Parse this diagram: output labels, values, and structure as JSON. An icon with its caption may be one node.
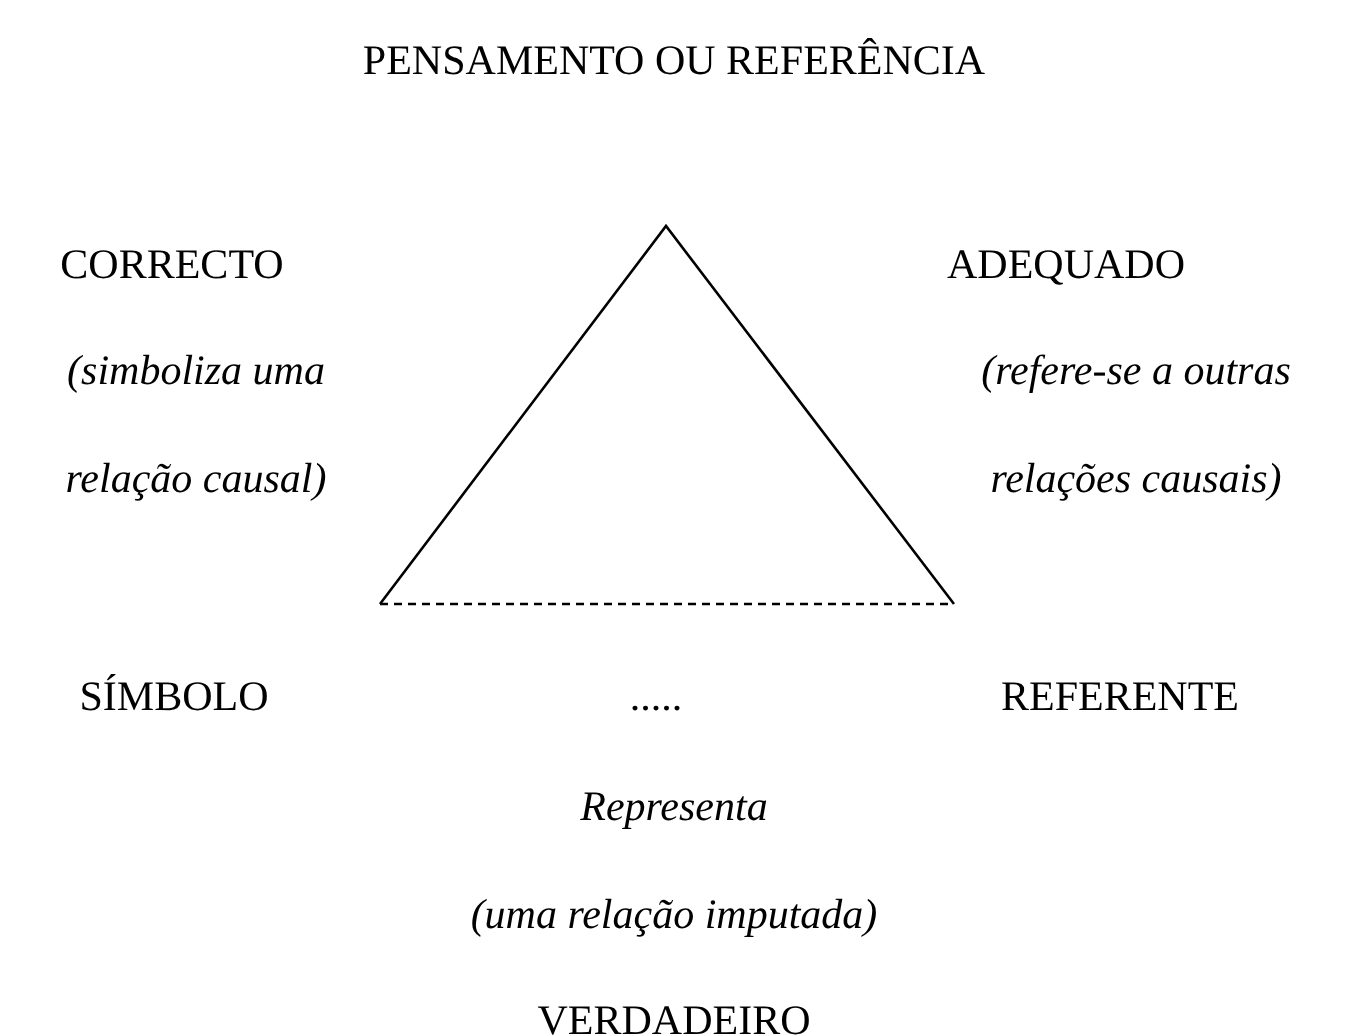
{
  "diagram": {
    "labels": [
      "PENSAMENTO OU REFERÊNCIA",
      "CORRECTO",
      "(simboliza uma relação causal)",
      "ADEQUADO",
      "(refere-se a outras relações causais)",
      "SÍMBOLO",
      ".....",
      "REFERENTE",
      "Representa",
      "(uma relação imputada)",
      "VERDADEIRO"
    ]
  }
}
